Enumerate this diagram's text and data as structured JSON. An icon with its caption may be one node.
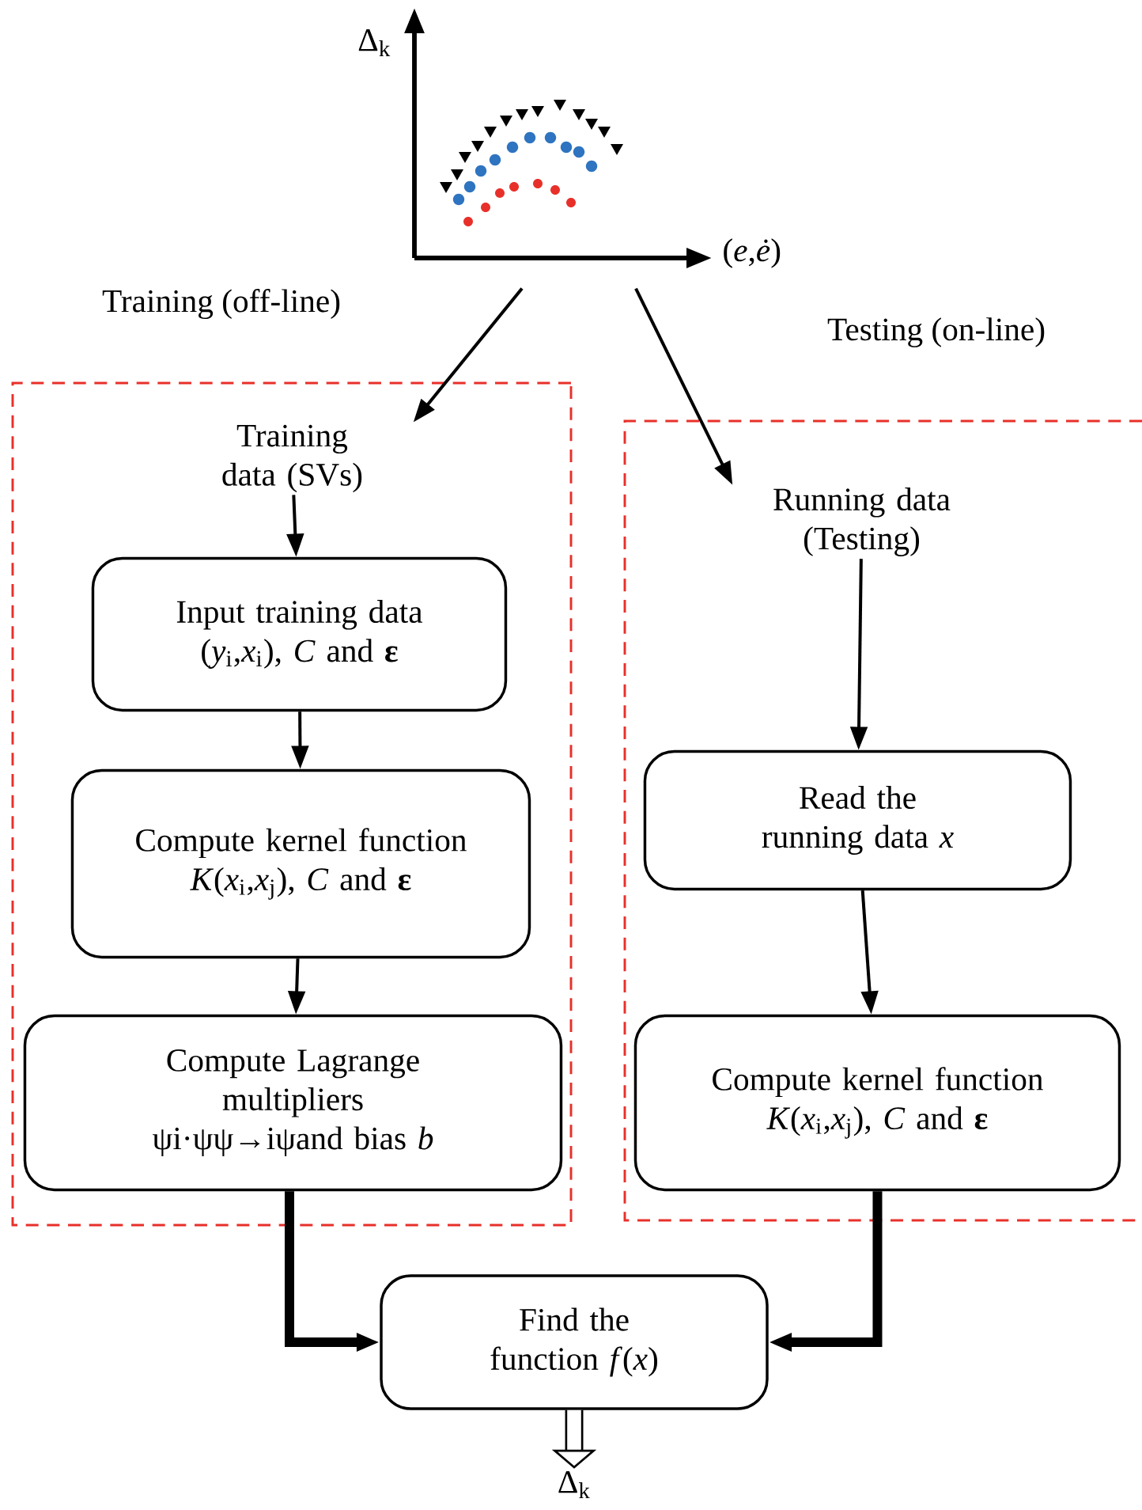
{
  "diagram": {
    "nodes": [
      {
        "text": [
          "Δ$_{k}$",
          "(*e*,*ė*)"
        ]
      },
      {
        "text": [
          "Training (off-line)"
        ]
      },
      {
        "text": [
          "Training data (SVs)"
        ],
        "in": 1
      },
      {
        "text": [
          "Input training data (*y*$_{i}$,*x*$_{i}$), *C* and **ε**"
        ],
        "in": 1
      },
      {
        "text": [
          "Compute kernel function *K*(*x*$_{i}$,*x*$_{j}$), *C* and **ε**"
        ],
        "in": 1
      },
      {
        "text": [
          "Compute Lagrange multipliers ψi·ψψ→iψand bias *b*"
        ],
        "in": 1
      },
      {
        "text": [
          "Testing (on-line)"
        ]
      },
      {
        "text": [
          "Running data (Testing)"
        ],
        "in": 6
      },
      {
        "text": [
          "Read the running data *x*"
        ],
        "in": 6
      },
      {
        "text": [
          "Compute kernel function *K*(*x*$_{i}$,*x*$_{j}$), *C* and **ε**"
        ],
        "in": 6
      },
      {
        "text": [
          "Find the function *f*(*x*)"
        ]
      },
      {
        "text": [
          "Δ$_{k}$"
        ]
      }
    ],
    "edges": [
      {
        "from": 0,
        "to": 2,
        "arrow": "to"
      },
      {
        "from": 0,
        "to": 7,
        "arrow": "to"
      },
      {
        "from": 2,
        "to": 3,
        "arrow": "to"
      },
      {
        "from": 3,
        "to": 4,
        "arrow": "to"
      },
      {
        "from": 4,
        "to": 5,
        "arrow": "to"
      },
      {
        "from": 7,
        "to": 8,
        "arrow": "to"
      },
      {
        "from": 8,
        "to": 9,
        "arrow": "to"
      },
      {
        "from": 5,
        "to": 10,
        "arrow": "to",
        "style": "thick"
      },
      {
        "from": 9,
        "to": 10,
        "arrow": "to",
        "style": "thick"
      },
      {
        "from": 10,
        "to": 11,
        "arrow": "to",
        "style": "thick"
      }
    ]
  }
}
